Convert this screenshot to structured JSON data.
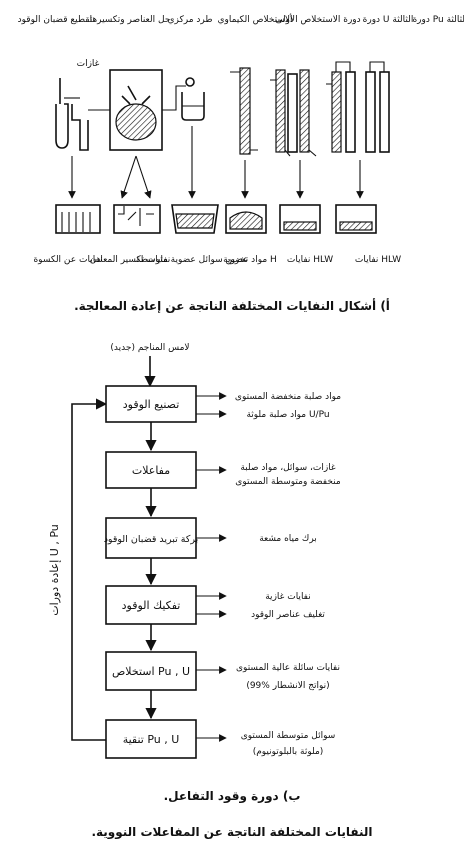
{
  "part_a": {
    "top_labels": [
      "دورة Pu الثالثة",
      "دورة U الثالثة",
      "دورة الاستخلاص الأولى",
      "الاستخلاص الكيماوي",
      "طرد مركزي",
      "حل العناصر وتكسيرها",
      "تقطيع قضبان الوقود"
    ],
    "off_gas_label": "غازات",
    "bottom_labels": [
      "نفايات HLW",
      "نفايات HLW",
      "مواد عضوية H",
      "تخزين سوائل عضوية متوسطة",
      "نفايات تكسير المعادن",
      "نفايات عن الكسوة"
    ],
    "caption": "أ) أشكال النفايات المختلفة الناتجة عن إعادة المعالجة."
  },
  "part_b": {
    "input_label": "لامس المناجم (جديد)",
    "recycle_label": "إعادة دورات U , Pu",
    "stages": [
      {
        "label": "تصنيع الوقود",
        "out1": "مواد صلبة منخفضة المستوى",
        "out2": "مواد صلبة ملوثة U/Pu"
      },
      {
        "label": "مفاعلات",
        "out1": "غازات، سوائل، مواد صلبة",
        "out2": "منخفضة ومتوسطة المستوى"
      },
      {
        "label": "بركة تبريد قضبان الوقود",
        "out1": "برك مياه مشعة",
        "out2": ""
      },
      {
        "label": "تفكيك الوقود",
        "out1": "نفايات غازية",
        "out2": "تغليف عناصر الوقود"
      },
      {
        "label": "استخلاص Pu , U",
        "out1": "نفايات سائلة عالية المستوى",
        "out2": "(99% نواتج الانشطار)"
      },
      {
        "label": "تنقية Pu , U",
        "out1": "سوائل متوسطة المستوى",
        "out2": "(ملوثة بالبلوتونيوم)"
      }
    ],
    "caption": "ب) دورة وقود التفاعل."
  },
  "figure_caption": "النفايات المختلفة الناتجة عن المفاعلات النووية."
}
